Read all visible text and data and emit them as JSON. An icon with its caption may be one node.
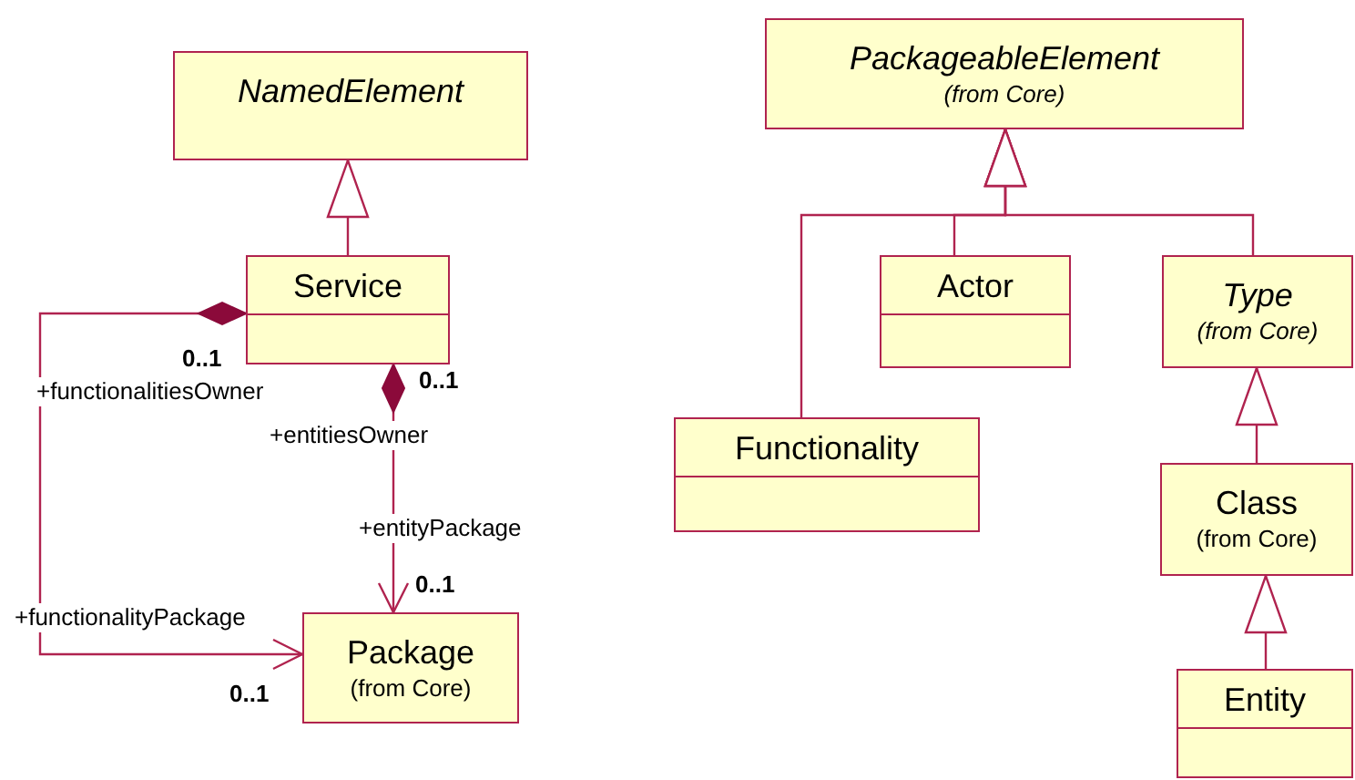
{
  "diagram": {
    "nodes": [
      {
        "text": [
          "NamedElement"
        ]
      },
      {
        "text": [
          "Service"
        ]
      },
      {
        "text": [
          "Package",
          "(from Core)"
        ]
      },
      {
        "text": [
          "PackageableElement",
          "(from Core)"
        ]
      },
      {
        "text": [
          "Actor"
        ]
      },
      {
        "text": [
          "Type",
          "(from Core)"
        ]
      },
      {
        "text": [
          "Functionality"
        ]
      },
      {
        "text": [
          "Class",
          "(from Core)"
        ]
      },
      {
        "text": [
          "Entity"
        ]
      }
    ],
    "edges": [
      {
        "from": 1,
        "to": 0,
        "arrow": "to"
      },
      {
        "from": 1,
        "to": 2,
        "arrow": "to"
      },
      {
        "from": 1,
        "to": 2,
        "arrow": "to"
      },
      {
        "from": 6,
        "to": 3,
        "arrow": "to"
      },
      {
        "from": 4,
        "to": 3,
        "arrow": "to"
      },
      {
        "from": 5,
        "to": 3,
        "arrow": "to"
      },
      {
        "from": 7,
        "to": 5,
        "arrow": "to"
      },
      {
        "from": 8,
        "to": 7,
        "arrow": "to"
      }
    ],
    "labels": [
      "0..1",
      "0..1",
      "+functionalitiesOwner",
      "+entitiesOwner",
      "+entityPackage",
      "0..1",
      "+functionalityPackage",
      "0..1"
    ]
  }
}
